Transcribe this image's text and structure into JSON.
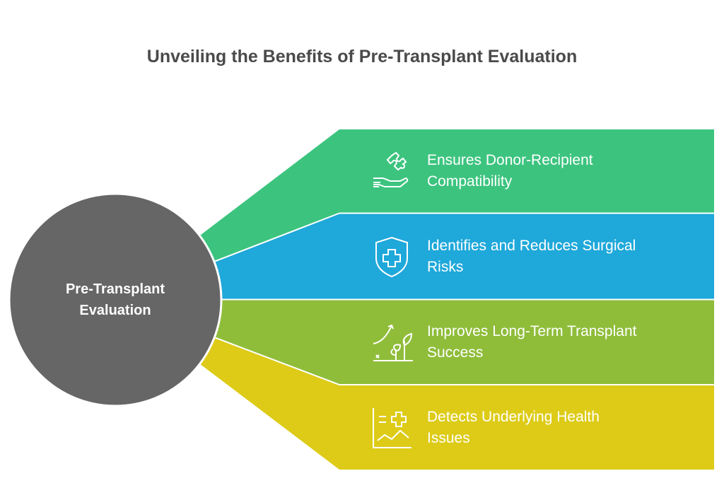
{
  "title": "Unveiling the Benefits of Pre-Transplant Evaluation",
  "center": {
    "line1": "Pre-Transplant",
    "line2": "Evaluation",
    "color": "#666666"
  },
  "items": [
    {
      "line1": "Ensures Donor-Recipient",
      "line2": "Compatibility",
      "icon": "puzzle-hand-icon",
      "color": "#3CC47F"
    },
    {
      "line1": "Identifies and Reduces Surgical",
      "line2": "Risks",
      "icon": "shield-cross-icon",
      "color": "#1FA8DA"
    },
    {
      "line1": "Improves Long-Term Transplant",
      "line2": "Success",
      "icon": "plant-growth-icon",
      "color": "#8FBD3A"
    },
    {
      "line1": "Detects Underlying Health",
      "line2": "Issues",
      "icon": "medical-chart-icon",
      "color": "#DDCB17"
    }
  ]
}
